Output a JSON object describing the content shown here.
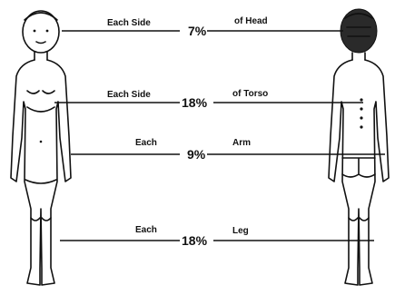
{
  "rows": [
    {
      "left": "Each Side",
      "percent": "7%",
      "right": "of Head"
    },
    {
      "left": "Each Side",
      "percent": "18%",
      "right": "of Torso"
    },
    {
      "left": "Each",
      "percent": "9%",
      "right": "Arm"
    },
    {
      "left": "Each",
      "percent": "18%",
      "right": "Leg"
    }
  ]
}
